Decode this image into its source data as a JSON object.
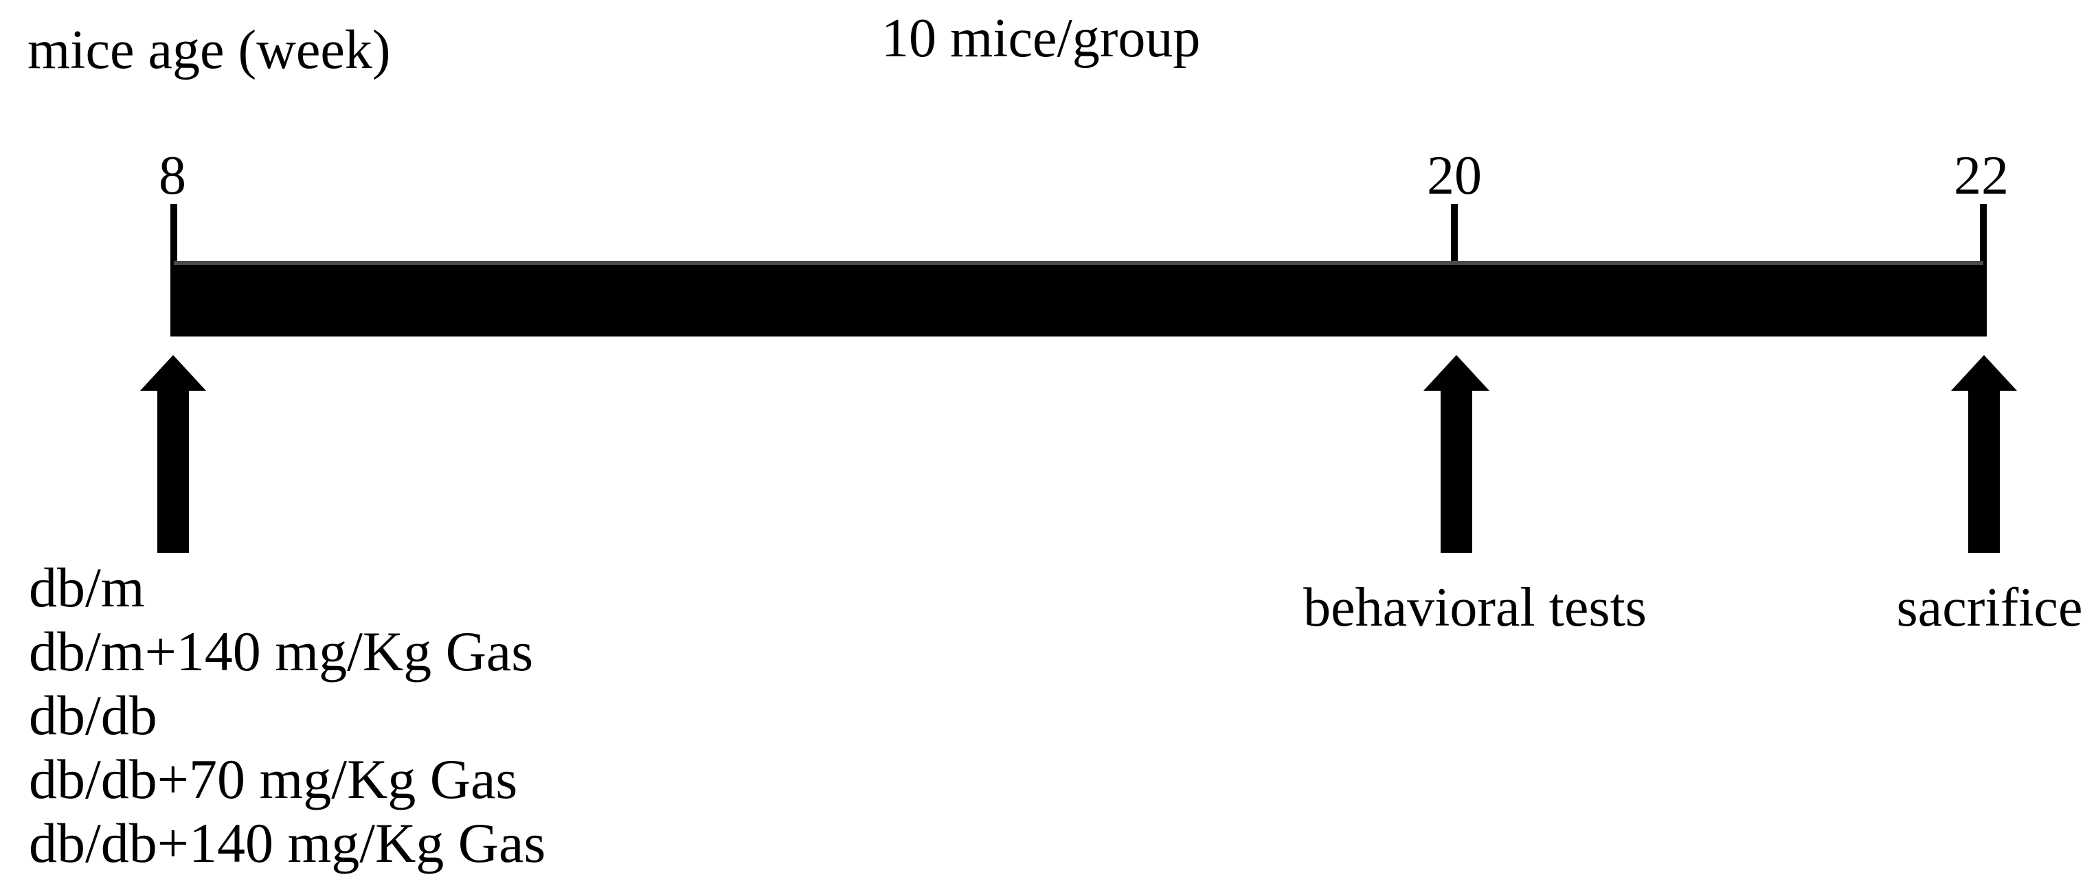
{
  "figure": {
    "axis_title": "mice age (week)",
    "group_size_note": "10 mice/group",
    "timeline_ticks": [
      "8",
      "20",
      "22"
    ],
    "groups": [
      "db/m",
      "db/m+140 mg/Kg Gas",
      "db/db",
      "db/db+70 mg/Kg Gas",
      "db/db+140 mg/Kg Gas"
    ],
    "events": {
      "treatment_start_week": "8",
      "behavioral_tests_label": "behavioral tests",
      "behavioral_tests_week": "20",
      "sacrifice_label": "sacrifice",
      "sacrifice_week": "22"
    },
    "colors": {
      "ink": "#000000",
      "background": "#ffffff"
    }
  }
}
